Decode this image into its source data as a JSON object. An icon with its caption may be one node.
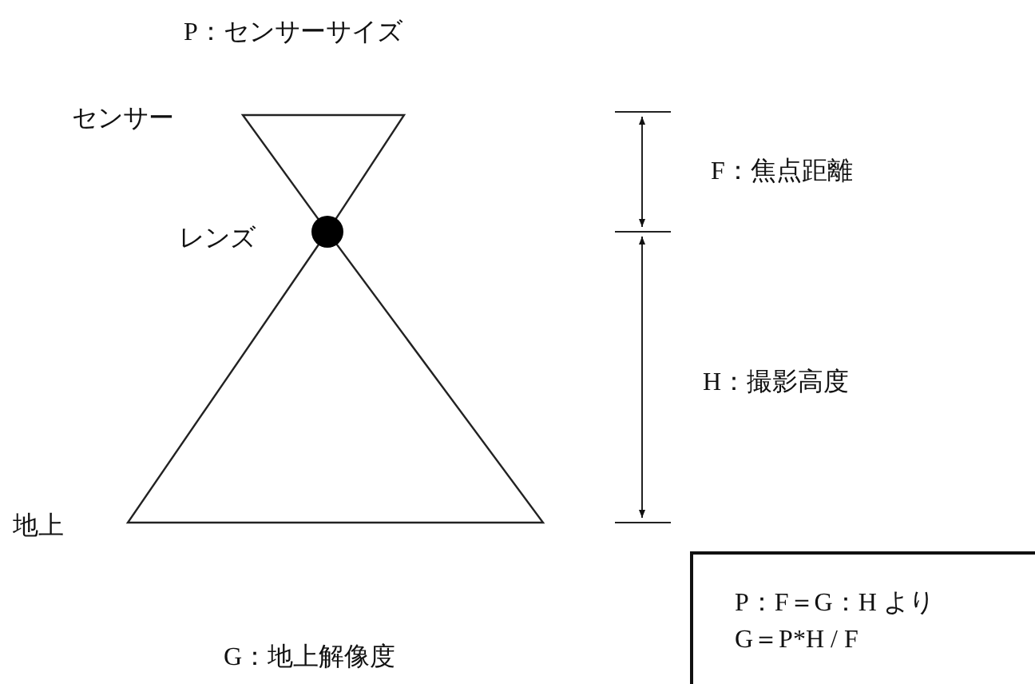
{
  "diagram": {
    "nodes": [
      {
        "text": [
          "P：F＝G：H より",
          "G＝P*H / F"
        ]
      }
    ],
    "labels": [
      "P：センサーサイズ",
      "センサー",
      "F：焦点距離",
      "レンズ",
      "H：撮影高度",
      "地上",
      "G：地上解像度"
    ]
  }
}
